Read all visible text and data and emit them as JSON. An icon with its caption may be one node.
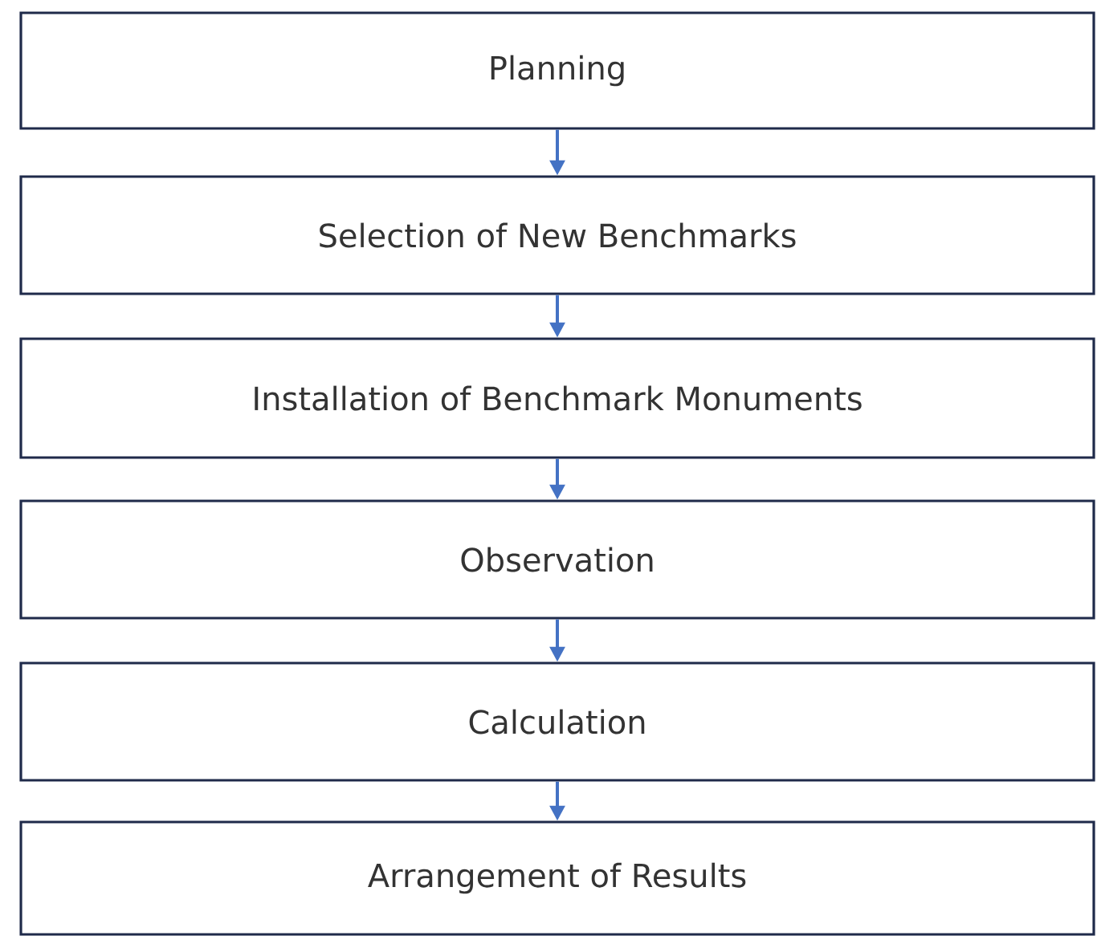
{
  "diagram": {
    "nodes": [
      {
        "text": [
          "Planning"
        ]
      },
      {
        "text": [
          "Selection of New Benchmarks"
        ]
      },
      {
        "text": [
          "Installation of Benchmark Monuments"
        ]
      },
      {
        "text": [
          "Observation"
        ]
      },
      {
        "text": [
          "Calculation"
        ]
      },
      {
        "text": [
          "Arrangement of Results"
        ]
      }
    ],
    "edges": [
      {
        "from": 0,
        "to": 1,
        "arrow": "to"
      },
      {
        "from": 1,
        "to": 2,
        "arrow": "to"
      },
      {
        "from": 2,
        "to": 3,
        "arrow": "to"
      },
      {
        "from": 3,
        "to": 4,
        "arrow": "to"
      },
      {
        "from": 4,
        "to": 5,
        "arrow": "to"
      }
    ]
  }
}
